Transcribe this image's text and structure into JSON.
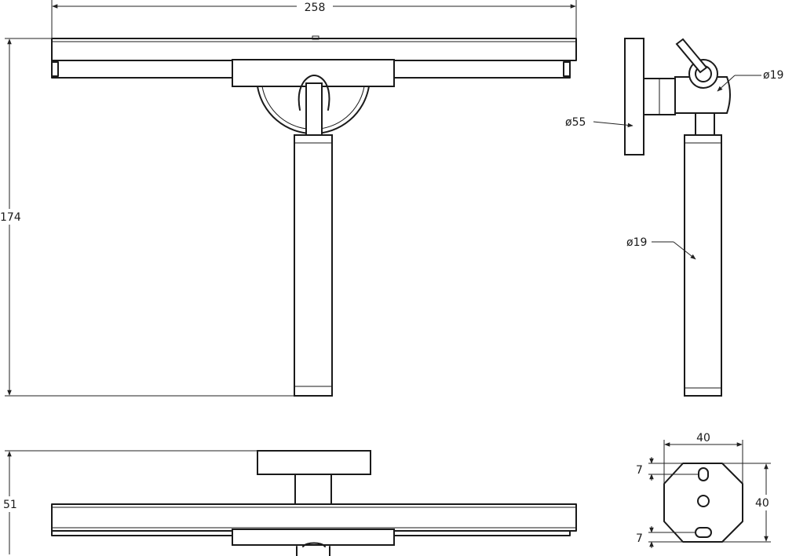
{
  "drawing": {
    "front_view": {
      "width_dim": "258",
      "height_dim": "174"
    },
    "side_view": {
      "base_diameter": "ø55",
      "connector_diameter": "ø19",
      "handle_diameter": "ø19"
    },
    "top_view": {
      "depth_dim": "51"
    },
    "base_plate_view": {
      "width_dim": "40",
      "height_dim": "40",
      "slot_offset_top": "7",
      "slot_offset_bottom": "7"
    }
  }
}
